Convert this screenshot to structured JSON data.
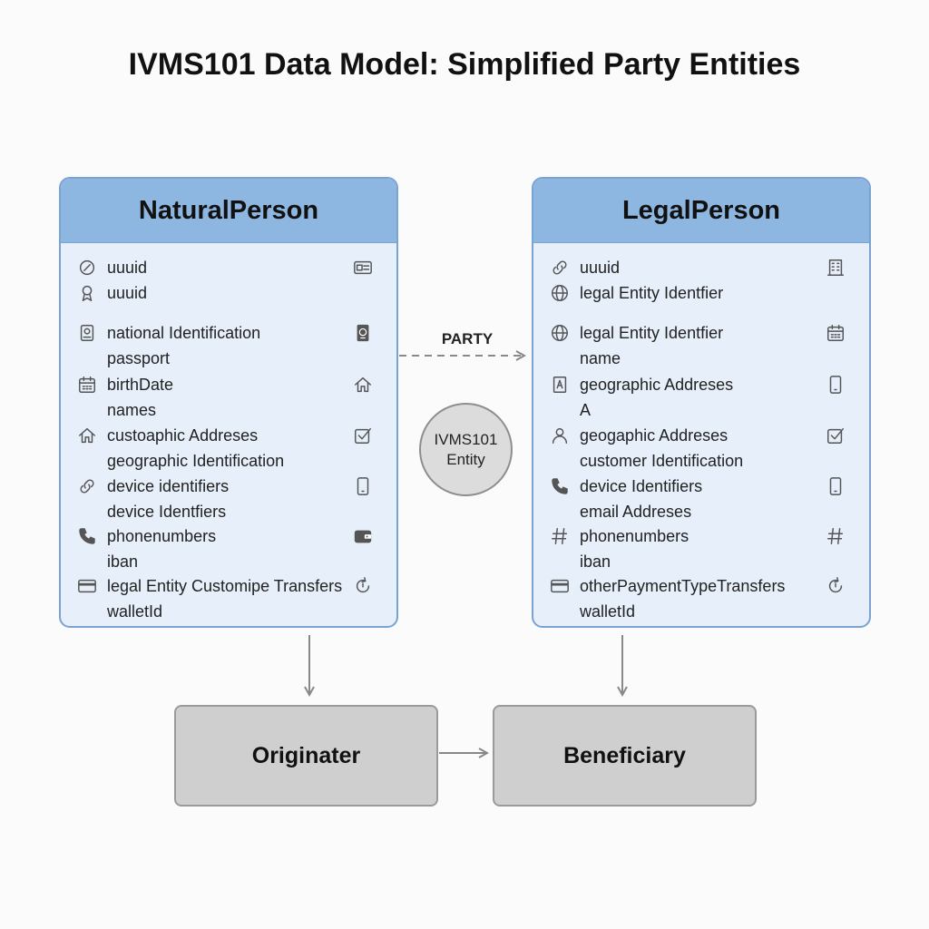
{
  "title": "IVMS101 Data Model: Simplified Party Entities",
  "natural_person": {
    "header": "NaturalPerson",
    "rows": [
      {
        "label": "uuuid",
        "left_icon": "circle-slash-icon",
        "right_icon": "id-card-icon"
      },
      {
        "label": "uuuid",
        "left_icon": "award-ribbon-icon",
        "right_icon": ""
      },
      {
        "label": "national Identification",
        "left_icon": "id-badge-icon",
        "right_icon": "passport-icon"
      },
      {
        "label": "passport",
        "left_icon": "",
        "right_icon": ""
      },
      {
        "label": "birthDate",
        "left_icon": "calendar-icon",
        "right_icon": "house-icon"
      },
      {
        "label": "names",
        "left_icon": "",
        "right_icon": ""
      },
      {
        "label": "custoaphic Addreses",
        "left_icon": "house-icon",
        "right_icon": "checkbox-icon"
      },
      {
        "label": "geographic Identification",
        "left_icon": "",
        "right_icon": ""
      },
      {
        "label": "device identifiers",
        "left_icon": "link-icon",
        "right_icon": "mobile-phone-icon"
      },
      {
        "label": "device Identfiers",
        "left_icon": "",
        "right_icon": ""
      },
      {
        "label": "phonenumbers",
        "left_icon": "phone-handset-icon",
        "right_icon": "wallet-icon"
      },
      {
        "label": "iban",
        "left_icon": "",
        "right_icon": ""
      },
      {
        "label": "legal Entity Customipe Transfers",
        "left_icon": "credit-card-icon",
        "right_icon": "refresh-icon"
      },
      {
        "label": "walletId",
        "left_icon": "",
        "right_icon": ""
      }
    ]
  },
  "legal_person": {
    "header": "LegalPerson",
    "rows": [
      {
        "label": "uuuid",
        "left_icon": "link-icon",
        "right_icon": "building-icon"
      },
      {
        "label": "legal Entity Identfier",
        "left_icon": "globe-icon",
        "right_icon": ""
      },
      {
        "label": "legal Entity Identfier",
        "left_icon": "globe-icon",
        "right_icon": "calendar-icon"
      },
      {
        "label": "name",
        "left_icon": "",
        "right_icon": ""
      },
      {
        "label": "geographic Addreses",
        "left_icon": "document-a-icon",
        "right_icon": "mobile-phone-icon"
      },
      {
        "label": "A",
        "left_icon": "",
        "right_icon": ""
      },
      {
        "label": "geogaphic Addreses",
        "left_icon": "user-icon",
        "right_icon": "checkbox-icon"
      },
      {
        "label": "customer Identification",
        "left_icon": "",
        "right_icon": ""
      },
      {
        "label": "device Identifiers",
        "left_icon": "phone-handset-icon",
        "right_icon": "mobile-phone-icon"
      },
      {
        "label": "email Addreses",
        "left_icon": "",
        "right_icon": ""
      },
      {
        "label": "phonenumbers",
        "left_icon": "hash-icon",
        "right_icon": "hash-icon"
      },
      {
        "label": "iban",
        "left_icon": "",
        "right_icon": ""
      },
      {
        "label": "otherPaymentTypeTransfers",
        "left_icon": "credit-card-icon",
        "right_icon": "refresh-icon"
      },
      {
        "label": "walletId",
        "left_icon": "",
        "right_icon": ""
      }
    ]
  },
  "party_label": "PARTY",
  "center_circle": {
    "line1": "IVMS101",
    "line2": "Entity"
  },
  "originator": "Originater",
  "beneficiary": "Beneficiary"
}
